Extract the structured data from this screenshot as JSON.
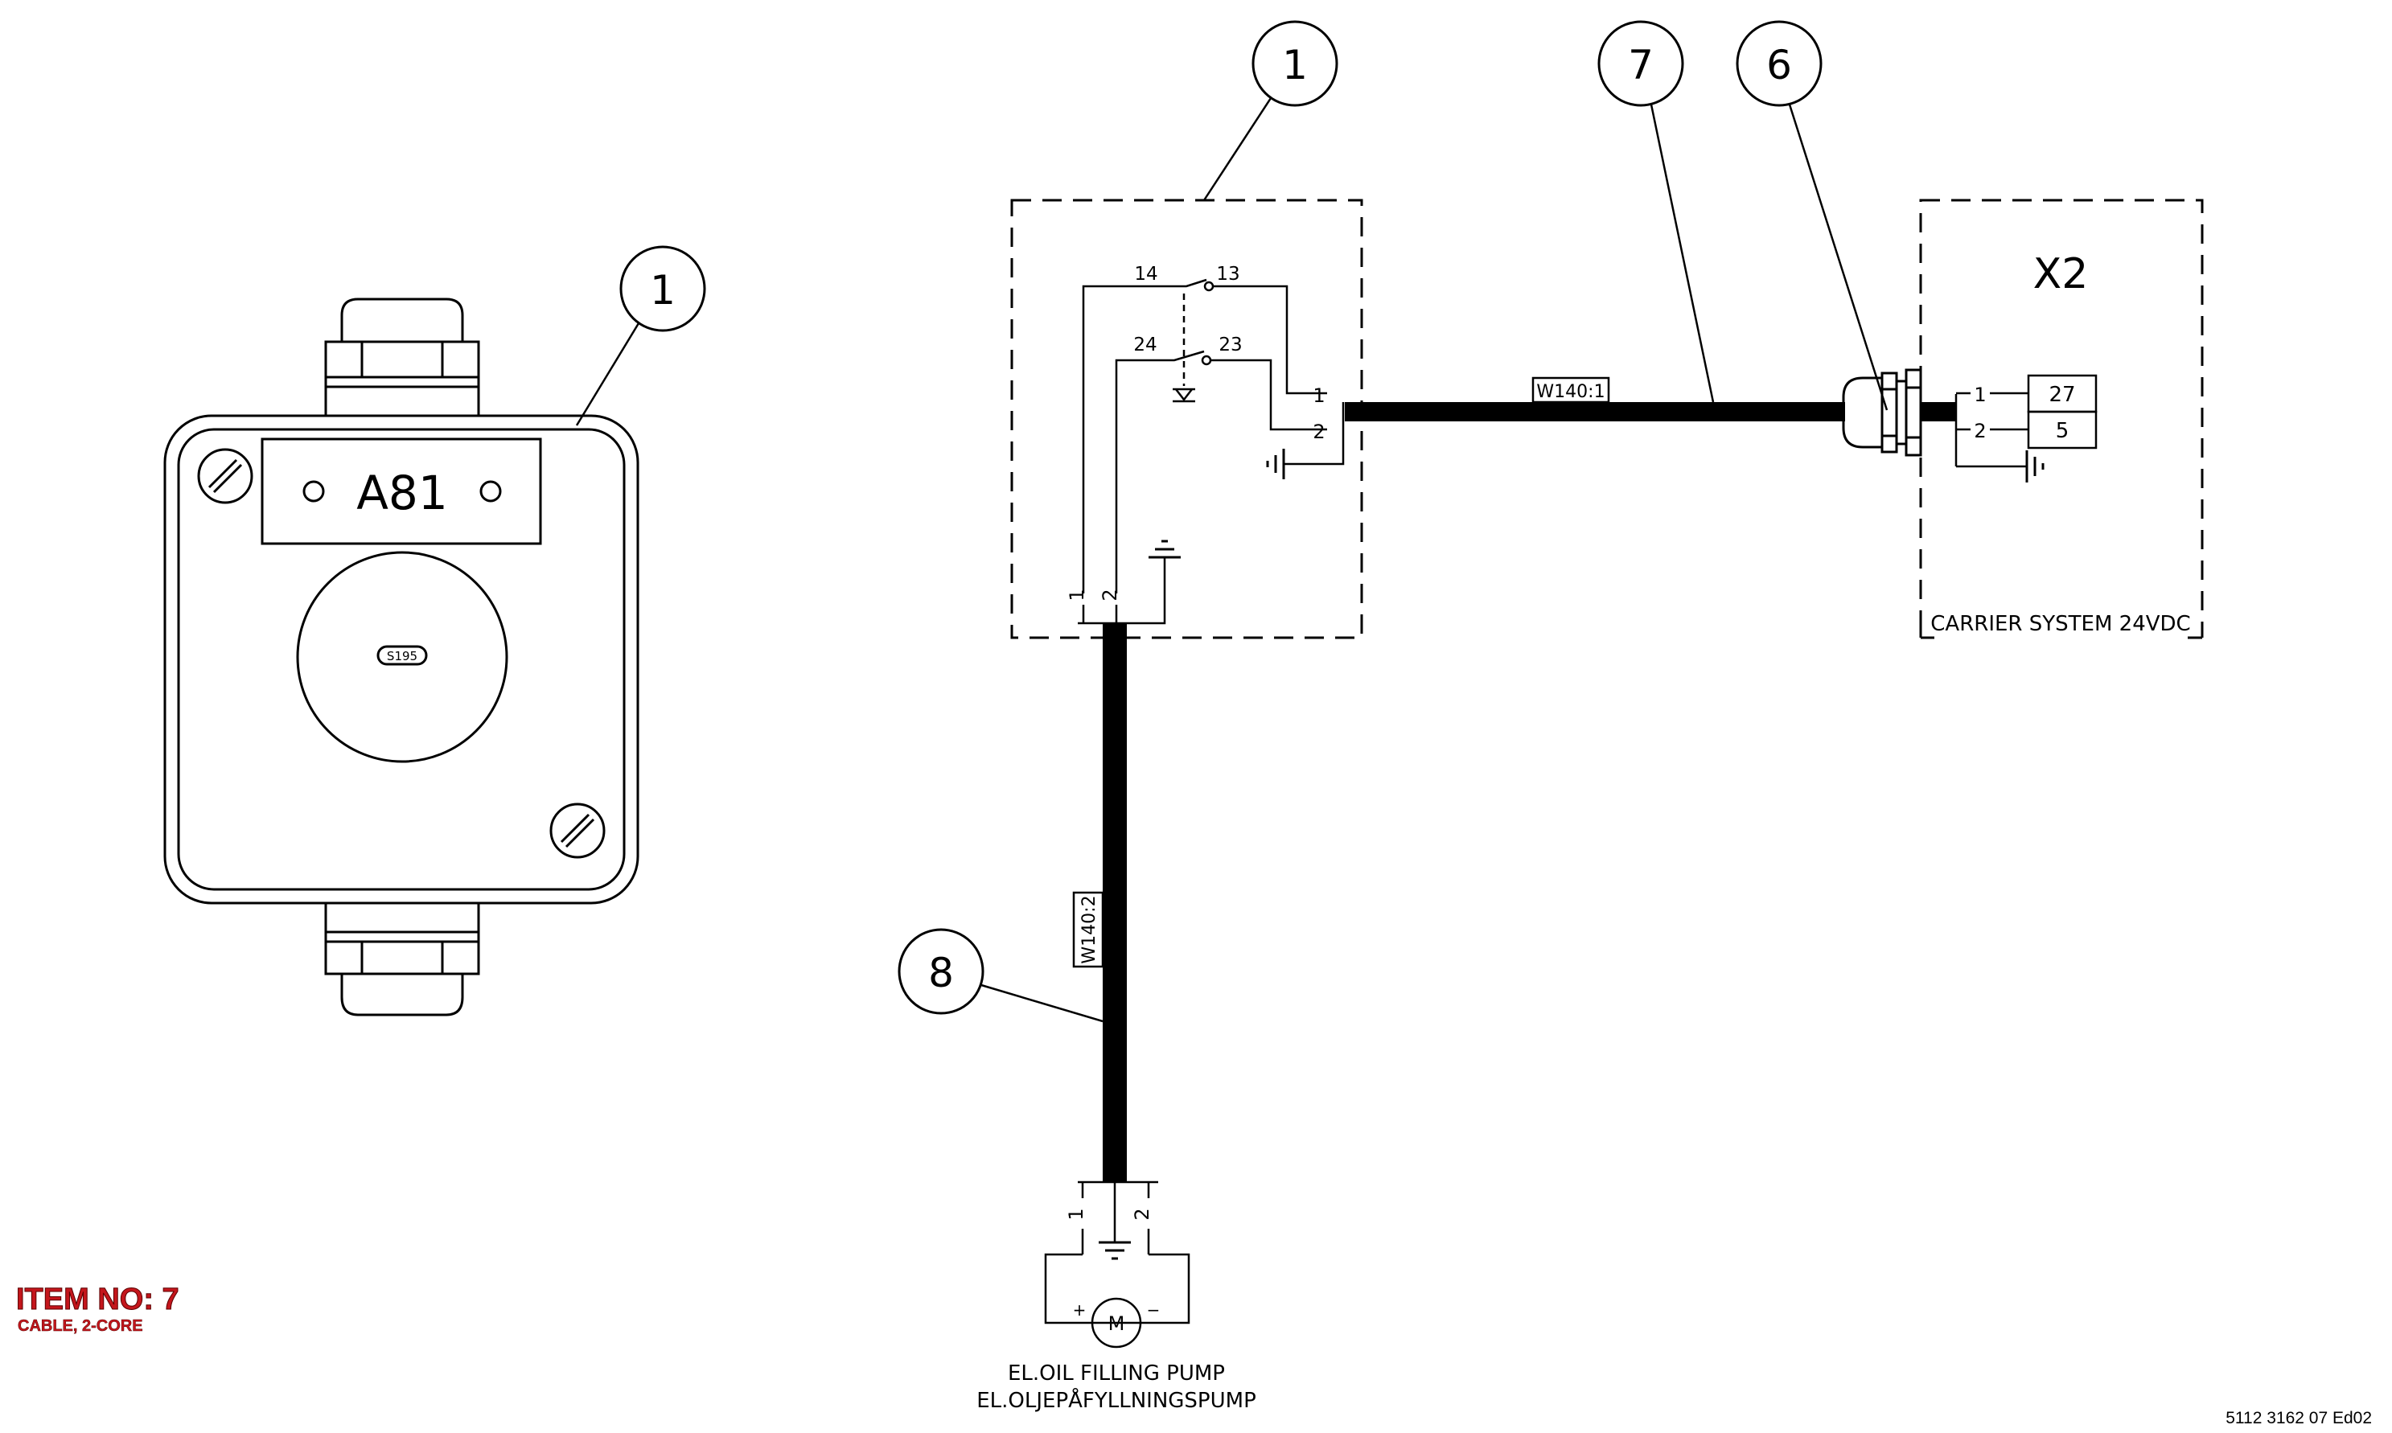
{
  "balloons": {
    "b1_left": "1",
    "b1_right": "1",
    "b7": "7",
    "b6": "6",
    "b8": "8"
  },
  "enclosure": {
    "plate_label": "A81",
    "button_tag": "S195"
  },
  "switch_box": {
    "contact_a_left": "14",
    "contact_a_right": "13",
    "contact_b_left": "24",
    "contact_b_right": "23",
    "term_r1": "1",
    "term_r2": "2",
    "term_b1": "1",
    "term_b2": "2"
  },
  "cables": {
    "w1": "W140:1",
    "w2": "W140:2"
  },
  "connector_x2": {
    "title": "X2",
    "pin1": "1",
    "pin2": "2",
    "cell1": "27",
    "cell2": "5",
    "caption": "CARRIER SYSTEM 24VDC"
  },
  "motor": {
    "term1": "1",
    "term2": "2",
    "plus": "+",
    "minus": "−",
    "symbol": "M",
    "caption_line1": "EL.OIL FILLING PUMP",
    "caption_line2": "EL.OLJEPÅFYLLNINGSPUMP"
  },
  "item": {
    "title": "ITEM NO: 7",
    "subtitle": "CABLE, 2-CORE"
  },
  "doc_number": "5112 3162 07 Ed02"
}
